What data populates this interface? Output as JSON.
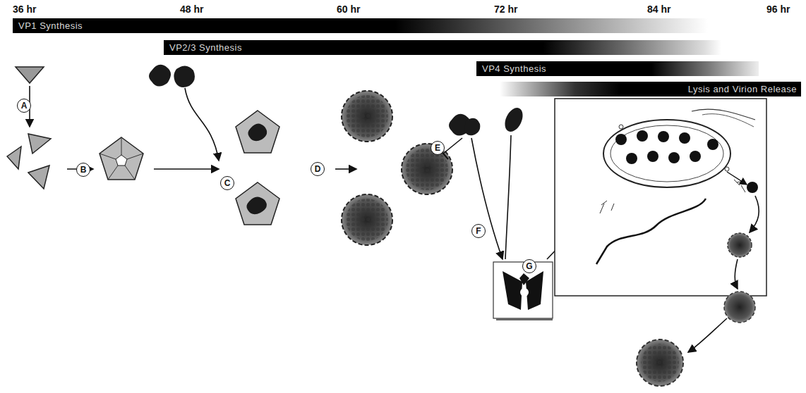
{
  "diagram": {
    "nodes": [
      {
        "text": [
          "VP1 Synthesis"
        ]
      },
      {
        "text": [
          "VP2/3 Synthesis"
        ]
      },
      {
        "text": [
          "VP4 Synthesis"
        ]
      },
      {
        "text": [
          "Lysis and Virion Release"
        ]
      }
    ],
    "labels": [
      "36 hr",
      "48 hr",
      "60 hr",
      "72 hr",
      "84 hr",
      "96 hr",
      "A",
      "B",
      "C",
      "D",
      "E",
      "F",
      "G"
    ]
  }
}
